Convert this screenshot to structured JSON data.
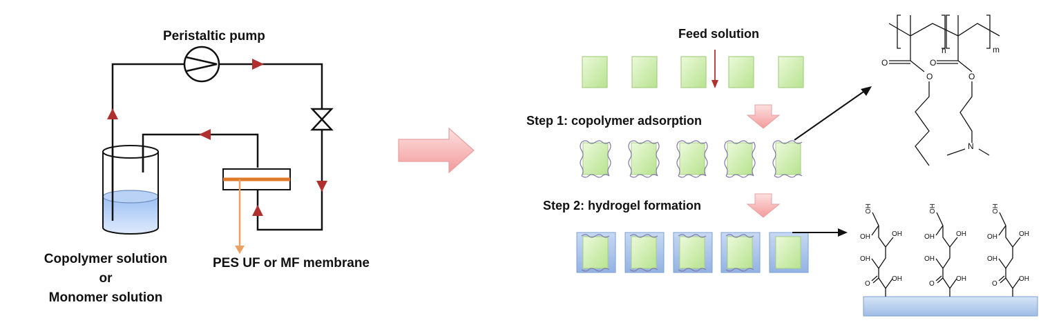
{
  "flow_diagram": {
    "pump_label": "Peristaltic pump",
    "reservoir_label_line1": "Copolymer solution",
    "reservoir_label_line2": "or",
    "reservoir_label_line3": "Monomer solution",
    "membrane_label": "PES UF or MF membrane"
  },
  "process": {
    "feed_label": "Feed solution",
    "step1_label": "Step 1: copolymer adsorption",
    "step2_label": "Step 2: hydrogel formation"
  },
  "copolymer_structure": {
    "subscript_n": "n",
    "subscript_m": "m",
    "atom_O": "O",
    "atom_N": "N"
  },
  "hydrogel_structure": {
    "group_OH": "OH",
    "atom_O": "O",
    "atom_H": "H"
  },
  "colors": {
    "line": "#111111",
    "flow_arrow": "#b03030",
    "membrane": "#e07a2a",
    "water": "#8fb4f0",
    "particle": "#c8ecaa",
    "big_arrow": "#f6a9a9",
    "substrate": "#b8d0ee"
  }
}
